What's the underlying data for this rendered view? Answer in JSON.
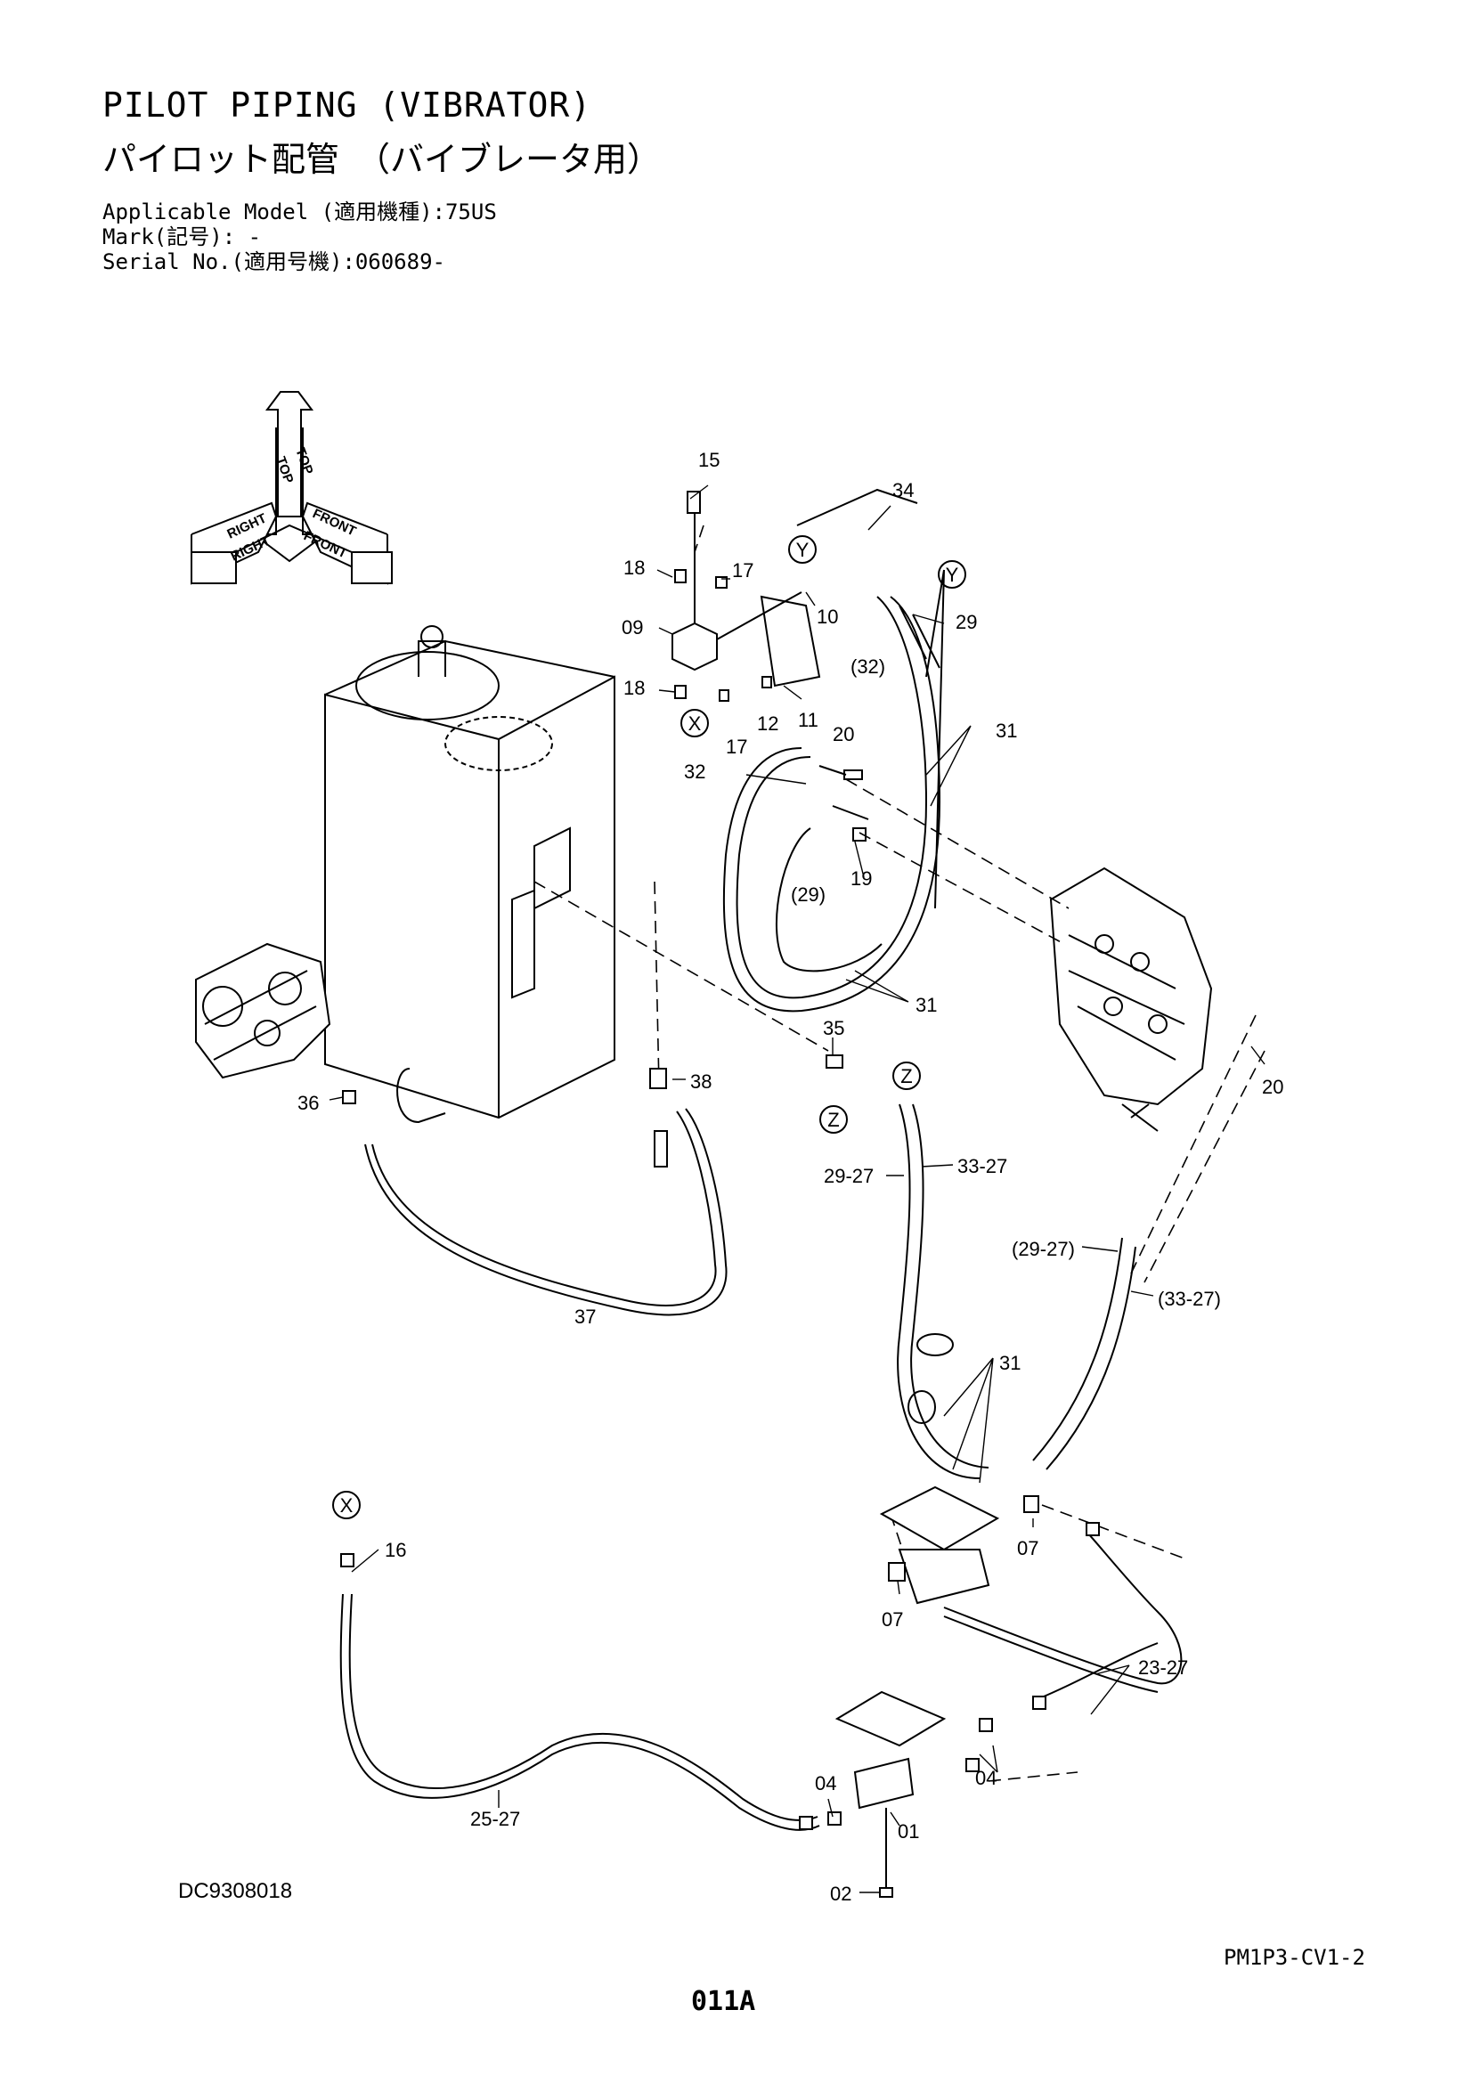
{
  "header": {
    "title_en": "PILOT PIPING (VIBRATOR)",
    "title_jp": "パイロット配管　（バイブレータ用）",
    "model_line": "Applicable Model (適用機種):75US",
    "mark_line": "Mark(記号): -",
    "serial_line": "Serial No.(適用号機):060689-"
  },
  "direction_indicator": {
    "top": "TOP",
    "front": "FRONT",
    "right": "RIGHT"
  },
  "connection_markers": {
    "x": "X",
    "y": "Y",
    "z": "Z"
  },
  "callouts": {
    "p15": "15",
    "p34": "34",
    "p18a": "18",
    "p17a": "17",
    "p10": "10",
    "p29a": "29",
    "p09": "09",
    "p32a": "(32)",
    "p18b": "18",
    "p12": "12",
    "p11": "11",
    "p17b": "17",
    "p20a": "20",
    "p31a": "31",
    "p32b": "32",
    "p19": "19",
    "p29b": "(29)",
    "p31b": "31",
    "p35": "35",
    "p38": "38",
    "p36": "36",
    "p20b": "20",
    "p33_27a": "33-27",
    "p29_27a": "29-27",
    "p29_27b": "(29-27)",
    "p33_27b": "(33-27)",
    "p37": "37",
    "p31c": "31",
    "p16": "16",
    "p07a": "07",
    "p07b": "07",
    "p23_27": "23-27",
    "p04a": "04",
    "p04b": "04",
    "p01": "01",
    "p25_27": "25-27",
    "p02": "02"
  },
  "footer": {
    "doc_id": "DC9308018",
    "page_code": "PM1P3-CV1-2",
    "page_number": "011A"
  }
}
